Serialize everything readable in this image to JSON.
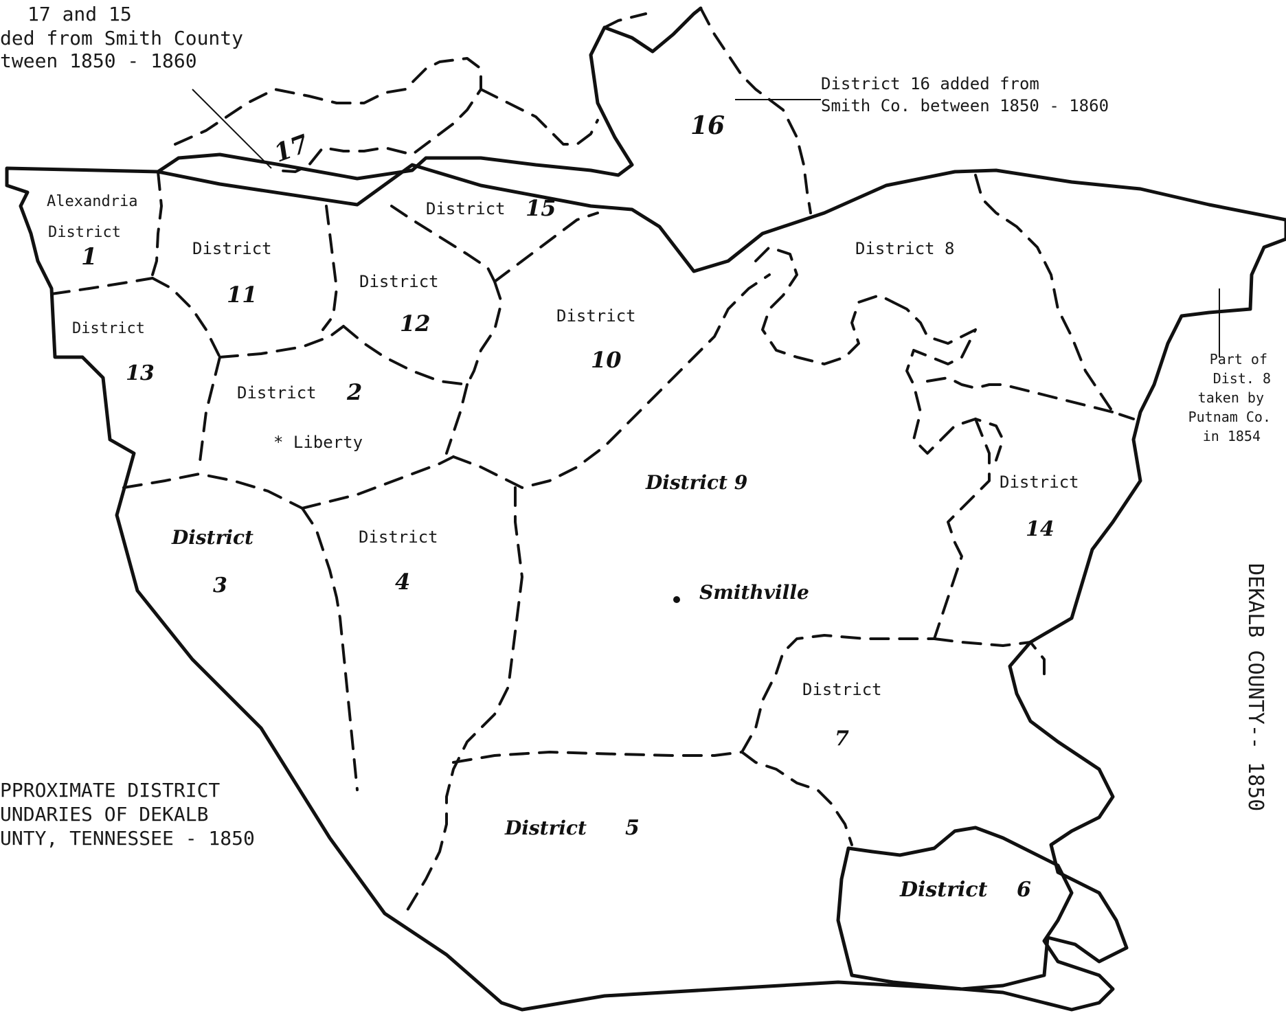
{
  "notes": {
    "added_districts_line1": "17  and 15",
    "added_districts_line2": "ded from Smith County",
    "added_districts_line3": "tween 1850 - 1860",
    "district16_line1": "District 16 added from",
    "district16_line2": "Smith Co. between 1850 - 1860",
    "putnam_line1": "Part of",
    "putnam_line2": "Dist. 8",
    "putnam_line3": "taken by",
    "putnam_line4": "Putnam Co.",
    "putnam_line5": "in 1854",
    "caption_line1": "PPROXIMATE DISTRICT",
    "caption_line2": "UNDARIES OF DEKALB",
    "caption_line3": "UNTY, TENNESSEE - 1850",
    "side_title": "DEKALB COUNTY-- 1850"
  },
  "districts": {
    "d1_name": "Alexandria",
    "d1_word": "District",
    "d1_num": "1",
    "d11_word": "District",
    "d11_num": "11",
    "d12_word": "District",
    "d12_num": "12",
    "d13_word": "District",
    "d13_num": "13",
    "d15_word": "District",
    "d15_num": "15",
    "d17_num": "17",
    "d16_num": "16",
    "d2_word": "District",
    "d2_num": "2",
    "d10_word": "District",
    "d10_num": "10",
    "d8_label": "District 8",
    "d9_label": "District 9",
    "d3_word": "District",
    "d3_num": "3",
    "d4_word": "District",
    "d4_num": "4",
    "d14_word": "District",
    "d14_num": "14",
    "d7_word": "District",
    "d7_num": "7",
    "d5_word": "District",
    "d5_num": "5",
    "d6_word": "District",
    "d6_num": "6"
  },
  "towns": {
    "liberty": "* Liberty",
    "smithville": "Smithville"
  }
}
